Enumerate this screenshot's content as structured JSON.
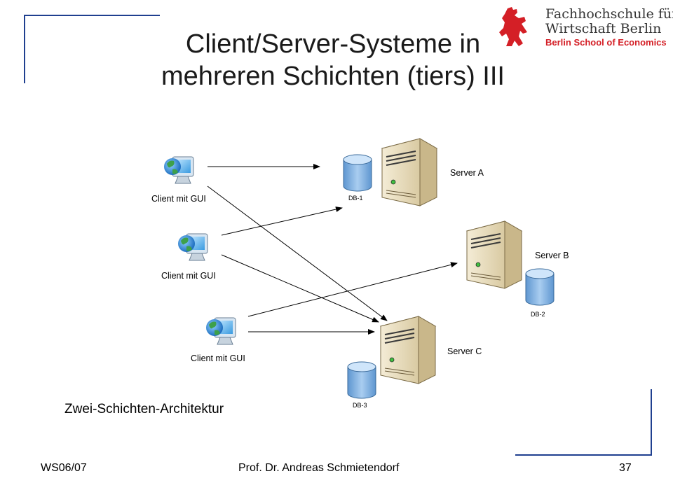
{
  "slide": {
    "title_line1": "Client/Server-Systeme in",
    "title_line2": "mehreren Schichten (tiers) III",
    "caption": "Zwei-Schichten-Architektur"
  },
  "logo": {
    "line1": "Fachhochschule für",
    "line2": "Wirtschaft Berlin",
    "line3": "Berlin School of Economics",
    "brand_color": "#d41f26"
  },
  "diagram": {
    "clients": [
      {
        "label": "Client mit GUI",
        "icon": "globe-monitor-icon"
      },
      {
        "label": "Client mit GUI",
        "icon": "globe-monitor-icon"
      },
      {
        "label": "Client mit GUI",
        "icon": "globe-monitor-icon"
      }
    ],
    "servers": [
      {
        "label": "Server A",
        "db": "DB-1",
        "icon": "server-tower-icon"
      },
      {
        "label": "Server B",
        "db": "DB-2",
        "icon": "server-tower-icon"
      },
      {
        "label": "Server C",
        "db": "DB-3",
        "icon": "server-tower-icon"
      }
    ],
    "connections": [
      {
        "from": "Client 1",
        "to": "Server A"
      },
      {
        "from": "Client 1",
        "to": "Server C"
      },
      {
        "from": "Client 2",
        "to": "DB-1"
      },
      {
        "from": "Client 2",
        "to": "Server C"
      },
      {
        "from": "Client 3",
        "to": "Server B"
      },
      {
        "from": "Client 3",
        "to": "Server C"
      }
    ]
  },
  "footer": {
    "left": "WS06/07",
    "center": "Prof. Dr. Andreas Schmietendorf",
    "page": "37"
  },
  "colors": {
    "accent": "#1f3f8f",
    "server_body": "#e6d9b8",
    "database": "#7fb0e0"
  }
}
